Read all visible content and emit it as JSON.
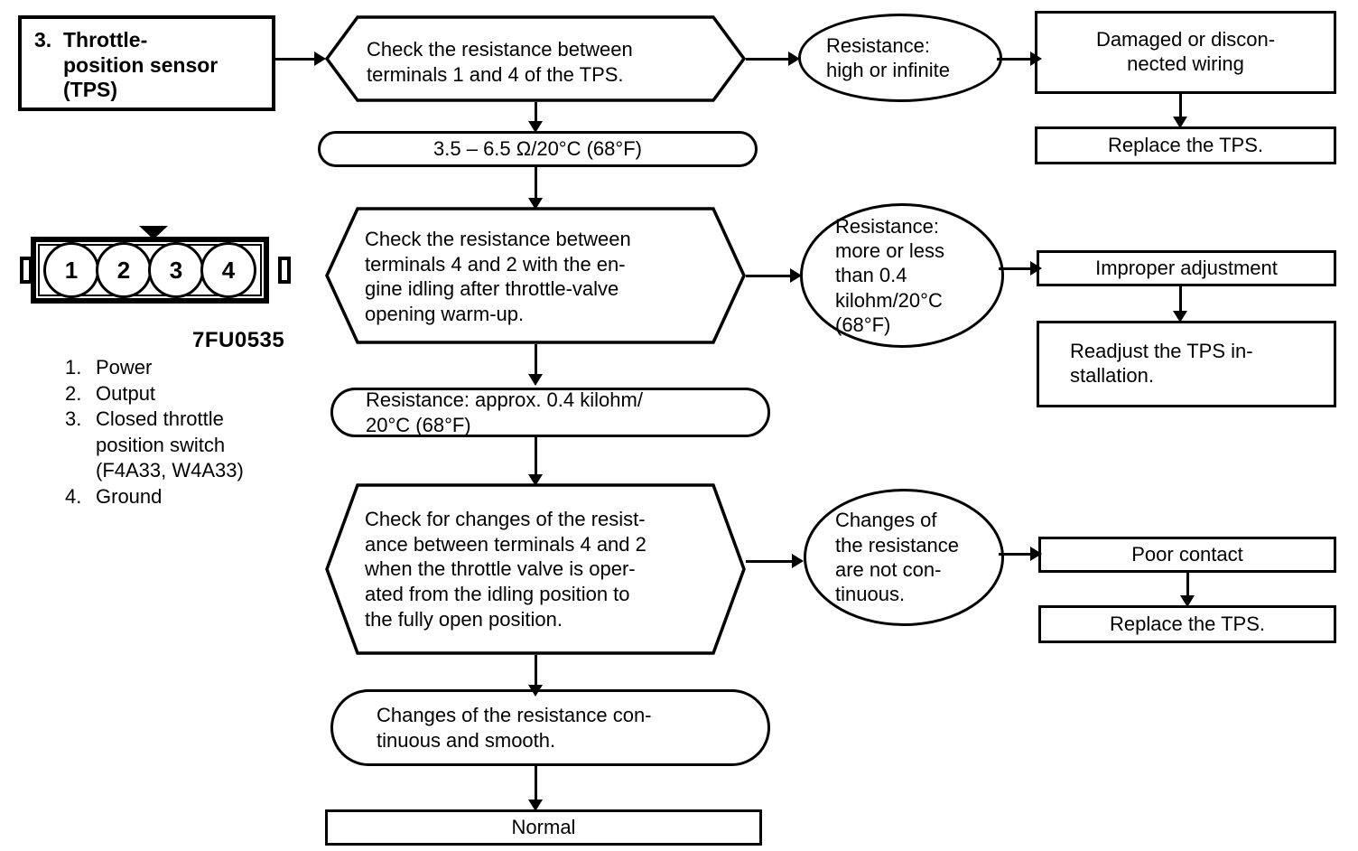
{
  "title_box": {
    "number": "3.",
    "text": "Throttle-\nposition sensor\n(TPS)"
  },
  "connector": {
    "part_number": "7FU0535",
    "pins": [
      "1",
      "2",
      "3",
      "4"
    ],
    "legend": [
      {
        "n": "1.",
        "v": "Power"
      },
      {
        "n": "2.",
        "v": "Output"
      },
      {
        "n": "3.",
        "v": "Closed throttle\nposition switch\n(F4A33, W4A33)"
      },
      {
        "n": "4.",
        "v": "Ground"
      }
    ]
  },
  "flow": {
    "step1_check": "Check the resistance between\nterminals 1 and 4 of the TPS.",
    "step1_spec": "3.5 – 6.5 Ω/20°C (68°F)",
    "step1_fail": "Resistance:\nhigh or infinite",
    "step1_cause": "Damaged or discon-\nnected wiring",
    "step1_action": "Replace the TPS.",
    "step2_check": "Check the resistance between\nterminals 4 and 2 with the en-\ngine idling after throttle-valve\nopening warm-up.",
    "step2_spec": "Resistance: approx. 0.4 kilohm/\n20°C (68°F)",
    "step2_fail": "Resistance:\nmore or less\nthan 0.4\nkilohm/20°C\n(68°F)",
    "step2_cause": "Improper adjustment",
    "step2_action": "Readjust the TPS in-\nstallation.",
    "step3_check": "Check for changes of the resist-\nance between terminals 4 and 2\nwhen the throttle valve is oper-\nated from the idling position to\nthe fully open position.",
    "step3_spec": "Changes of the resistance con-\ntinuous and smooth.",
    "step3_fail": "Changes of\nthe resistance\nare not con-\ntinuous.",
    "step3_cause": "Poor contact",
    "step3_action": "Replace the TPS.",
    "result": "Normal"
  }
}
